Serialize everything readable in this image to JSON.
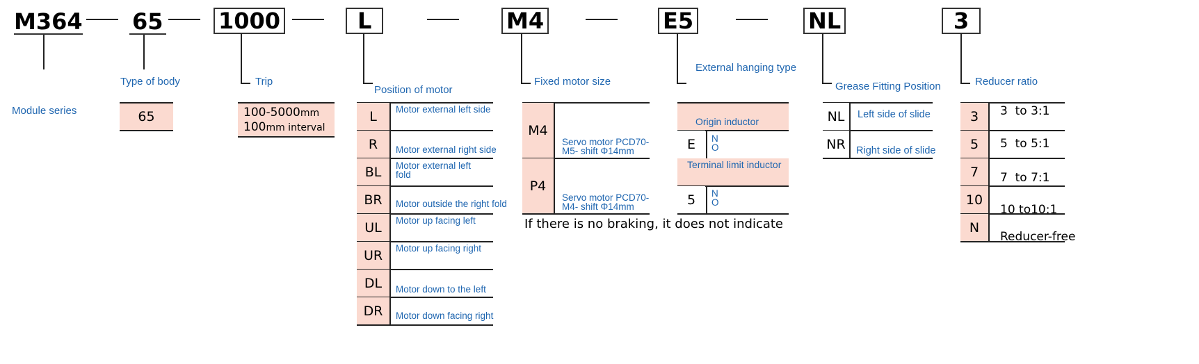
{
  "codes": [
    "M364",
    "65",
    "1000",
    "L",
    "M4",
    "E5",
    "NL",
    "3"
  ],
  "module": {
    "label": "Module series"
  },
  "body": {
    "label": "Type of body",
    "value": "65"
  },
  "trip": {
    "label": "Trip",
    "line1": "100-5000",
    "line1_unit": "mm",
    "line2": "100",
    "line2_unit": "mm interval"
  },
  "motor_position": {
    "label": "Position of motor",
    "rows": [
      {
        "code": "L",
        "desc": "Motor external left side"
      },
      {
        "code": "R",
        "desc": "Motor external right side"
      },
      {
        "code": "BL",
        "desc_line1": "Motor external left",
        "desc_line2": "fold"
      },
      {
        "code": "BR",
        "desc": "Motor outside the right fold"
      },
      {
        "code": "UL",
        "desc": "Motor up facing left"
      },
      {
        "code": "UR",
        "desc": "Motor up facing right"
      },
      {
        "code": "DL",
        "desc": "Motor down to the left"
      },
      {
        "code": "DR",
        "desc": "Motor down facing right"
      }
    ]
  },
  "motor_size": {
    "label": "Fixed motor size",
    "rows": [
      {
        "code": "M4",
        "line1": "Servo motor PCD70-",
        "line2": "M5- shift Φ14mm"
      },
      {
        "code": "P4",
        "line1": "Servo motor PCD70-",
        "line2": "M4- shift Φ14mm"
      }
    ],
    "note": "If there is no braking, it does not indicate"
  },
  "external": {
    "label": "External hanging type",
    "origin_header": "Origin inductor",
    "origin_code": "E",
    "origin_value": [
      "N",
      "O"
    ],
    "limit_header": "Terminal limit inductor",
    "limit_code": "5",
    "limit_value": [
      "N",
      "O"
    ]
  },
  "grease": {
    "label": "Grease Fitting Position",
    "rows": [
      {
        "code": "NL",
        "desc": "Left side of slide"
      },
      {
        "code": "NR",
        "desc": "Right side of slide"
      }
    ]
  },
  "reducer": {
    "label": "Reducer ratio",
    "rows": [
      {
        "code": "3",
        "desc": "3  to 3:1"
      },
      {
        "code": "5",
        "desc": "5  to 5:1"
      },
      {
        "code": "7",
        "desc": "7  to 7:1"
      },
      {
        "code": "10",
        "desc": "10 to10:1"
      },
      {
        "code": "N",
        "desc": "Reducer-free"
      }
    ]
  }
}
